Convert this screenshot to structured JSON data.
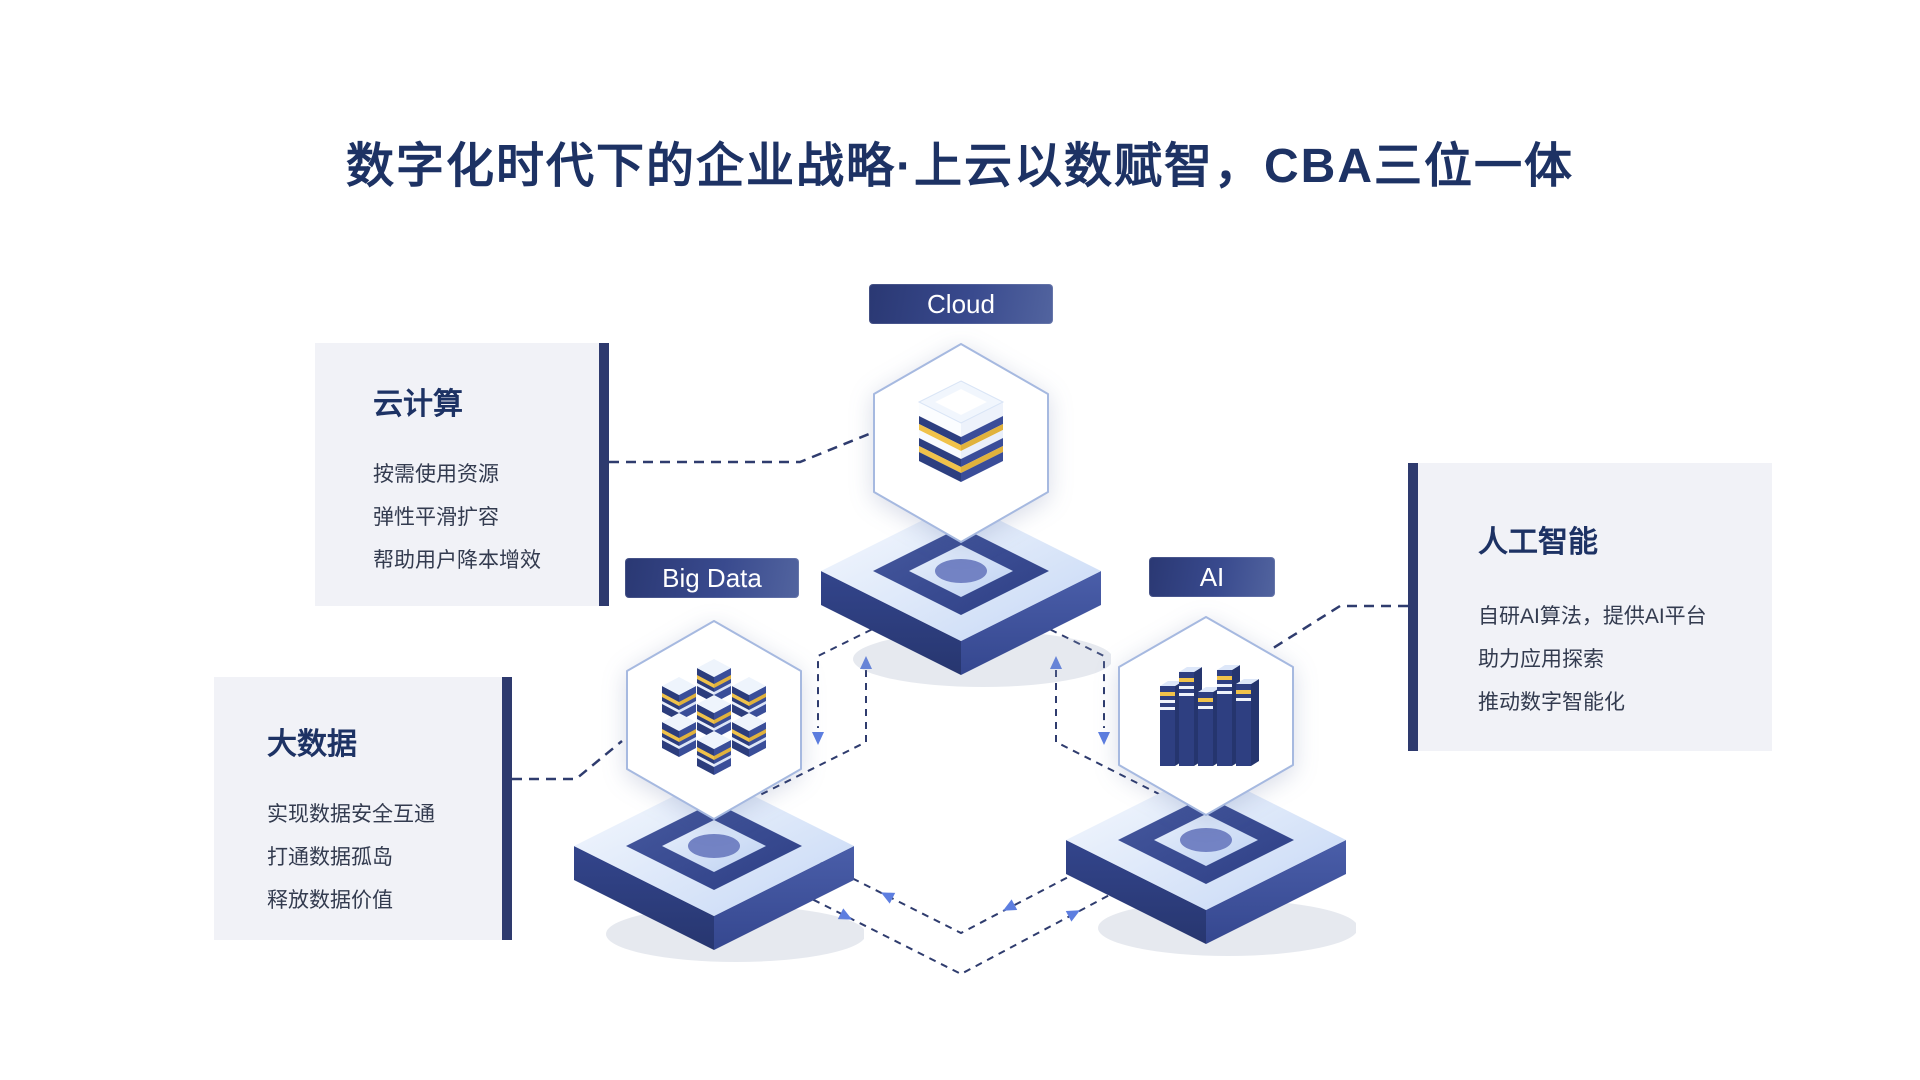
{
  "title": "数字化时代下的企业战略·上云以数赋智，CBA三位一体",
  "cloud": {
    "badge": "Cloud",
    "heading": "云计算",
    "lines": [
      "按需使用资源",
      "弹性平滑扩容",
      "帮助用户降本增效"
    ]
  },
  "bigdata": {
    "badge": "Big Data",
    "heading": "大数据",
    "lines": [
      "实现数据安全互通",
      "打通数据孤岛",
      "释放数据价值"
    ]
  },
  "ai": {
    "badge": "AI",
    "heading": "人工智能",
    "lines": [
      "自研AI算法，提供AI平台",
      "助力应用探索",
      "推动数字智能化"
    ]
  },
  "colors": {
    "title": "#1d3264",
    "badge_gradient_start": "#2a3873",
    "badge_gradient_end": "#52649f",
    "card_background": "#f1f2f7",
    "card_accent_bar": "#2e3a6e",
    "heading_text": "#1d3264",
    "body_text": "#333b4f",
    "dashed_line": "#2f3c6e",
    "arrow": "#5d7ee0",
    "accent_yellow": "#f0c24a",
    "platform_navy": "#2d3f80",
    "platform_light": "#c5d7f5"
  }
}
